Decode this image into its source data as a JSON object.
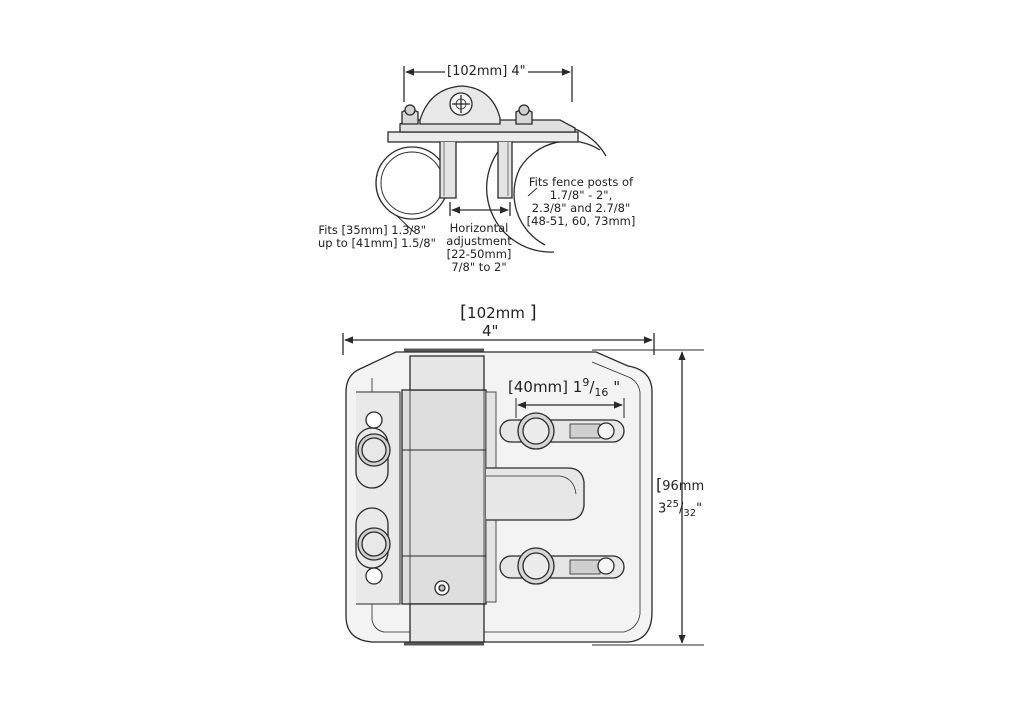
{
  "top_view": {
    "width_dim": "[102mm] 4\"",
    "left_post_note": [
      "Fits [35mm] 1.3/8\"",
      "up to [41mm] 1.5/8\""
    ],
    "horizontal_note": [
      "Horizontal",
      "adjustment",
      "[22-50mm]",
      "7/8\" to 2\""
    ],
    "right_post_note": [
      "Fits fence posts of",
      "1.7/8\" - 2\",",
      "2.3/8\" and 2.7/8\"",
      "[48-51, 60, 73mm]"
    ]
  },
  "front_view": {
    "width_dim_mm": "102mm",
    "width_dim_in": "4\"",
    "slot_dim_mm": "[40mm]",
    "slot_dim_whole": "1",
    "slot_dim_num": "9",
    "slot_dim_den": "16",
    "slot_dim_quote": "\"",
    "height_dim_mm": "96mm",
    "height_dim_whole": "3",
    "height_dim_num": "25",
    "height_dim_den": "32",
    "height_dim_quote": "\""
  },
  "colors": {
    "line": "#2a2a2a",
    "fill_light": "#f2f2f2",
    "fill_mid": "#dcdcdc",
    "fill_dark": "#b9b9b9"
  }
}
